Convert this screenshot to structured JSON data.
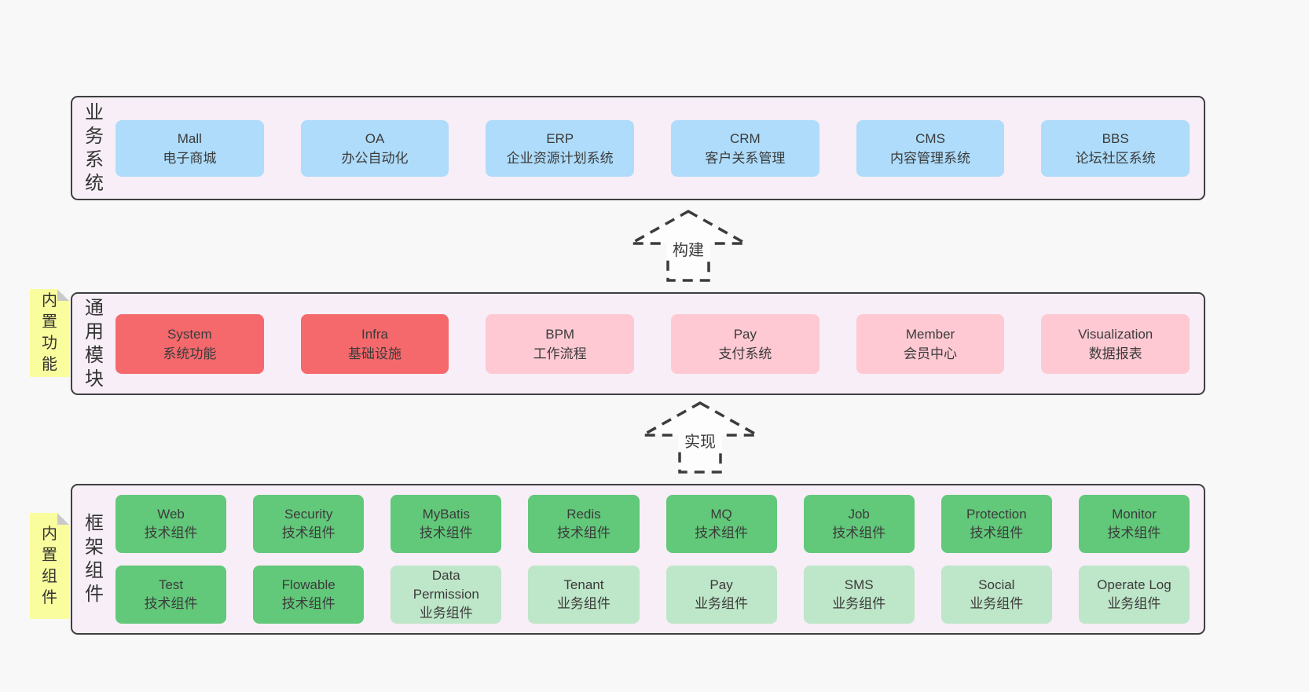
{
  "colors": {
    "page_bg": "#f8f8f8",
    "panel_bg": "#f7eef7",
    "panel_border": "#3f3f3f",
    "box_blue": "#aedcfa",
    "box_red": "#f5696c",
    "box_pink": "#fec9d3",
    "box_green": "#62c87a",
    "box_light_green": "#bee6c8",
    "note_yellow": "#fafd9e",
    "note_fold_gray": "#c9c9c9",
    "text": "#3b3b3b"
  },
  "arrows": [
    {
      "label": "构建"
    },
    {
      "label": "实现"
    }
  ],
  "sections": [
    {
      "label": "业务系统",
      "note": null,
      "rows": [
        [
          {
            "title": "Mall",
            "subtitle": "电子商城",
            "variant": "blue"
          },
          {
            "title": "OA",
            "subtitle": "办公自动化",
            "variant": "blue"
          },
          {
            "title": "ERP",
            "subtitle": "企业资源计划系统",
            "variant": "blue"
          },
          {
            "title": "CRM",
            "subtitle": "客户关系管理",
            "variant": "blue"
          },
          {
            "title": "CMS",
            "subtitle": "内容管理系统",
            "variant": "blue"
          },
          {
            "title": "BBS",
            "subtitle": "论坛社区系统",
            "variant": "blue"
          }
        ]
      ]
    },
    {
      "label": "通用模块",
      "note": "内置功能",
      "rows": [
        [
          {
            "title": "System",
            "subtitle": "系统功能",
            "variant": "red"
          },
          {
            "title": "Infra",
            "subtitle": "基础设施",
            "variant": "red"
          },
          {
            "title": "BPM",
            "subtitle": "工作流程",
            "variant": "pink"
          },
          {
            "title": "Pay",
            "subtitle": "支付系统",
            "variant": "pink"
          },
          {
            "title": "Member",
            "subtitle": "会员中心",
            "variant": "pink"
          },
          {
            "title": "Visualization",
            "subtitle": "数据报表",
            "variant": "pink"
          }
        ]
      ]
    },
    {
      "label": "框架组件",
      "note": "内置组件",
      "rows": [
        [
          {
            "title": "Web",
            "subtitle": "技术组件",
            "variant": "green"
          },
          {
            "title": "Security",
            "subtitle": "技术组件",
            "variant": "green"
          },
          {
            "title": "MyBatis",
            "subtitle": "技术组件",
            "variant": "green"
          },
          {
            "title": "Redis",
            "subtitle": "技术组件",
            "variant": "green"
          },
          {
            "title": "MQ",
            "subtitle": "技术组件",
            "variant": "green"
          },
          {
            "title": "Job",
            "subtitle": "技术组件",
            "variant": "green"
          },
          {
            "title": "Protection",
            "subtitle": "技术组件",
            "variant": "green"
          },
          {
            "title": "Monitor",
            "subtitle": "技术组件",
            "variant": "green"
          }
        ],
        [
          {
            "title": "Test",
            "subtitle": "技术组件",
            "variant": "green"
          },
          {
            "title": "Flowable",
            "subtitle": "技术组件",
            "variant": "green"
          },
          {
            "title": "Data Permission",
            "subtitle": "业务组件",
            "variant": "lightgreen"
          },
          {
            "title": "Tenant",
            "subtitle": "业务组件",
            "variant": "lightgreen"
          },
          {
            "title": "Pay",
            "subtitle": "业务组件",
            "variant": "lightgreen"
          },
          {
            "title": "SMS",
            "subtitle": "业务组件",
            "variant": "lightgreen"
          },
          {
            "title": "Social",
            "subtitle": "业务组件",
            "variant": "lightgreen"
          },
          {
            "title": "Operate Log",
            "subtitle": "业务组件",
            "variant": "lightgreen"
          }
        ]
      ]
    }
  ]
}
